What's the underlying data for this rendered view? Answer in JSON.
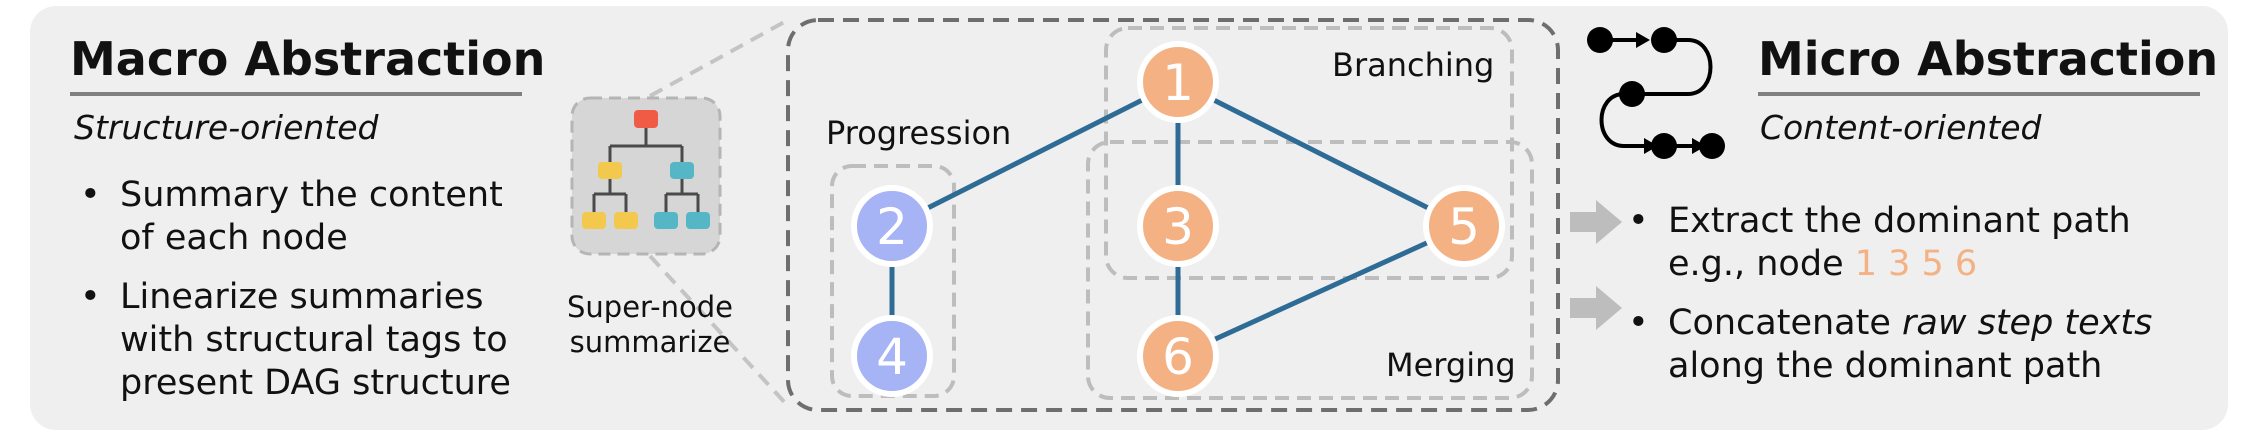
{
  "macro": {
    "title": "Macro Abstraction",
    "subtitle": "Structure-oriented",
    "bullets": [
      {
        "line1": "Summary the content",
        "line2": "of each node"
      },
      {
        "line1": "Linearize summaries",
        "line2": "with structural tags to",
        "line3": "present DAG structure"
      }
    ],
    "bullet_glyph": "•"
  },
  "supernode": {
    "caption_line1": "Super-node",
    "caption_line2": "summarize"
  },
  "dag": {
    "labels": {
      "progression": "Progression",
      "branching": "Branching",
      "merging": "Merging"
    },
    "nodes": [
      {
        "id": "1",
        "group": "orange"
      },
      {
        "id": "2",
        "group": "blue"
      },
      {
        "id": "3",
        "group": "orange"
      },
      {
        "id": "4",
        "group": "blue"
      },
      {
        "id": "5",
        "group": "orange"
      },
      {
        "id": "6",
        "group": "orange"
      }
    ],
    "edges": [
      [
        "1",
        "2"
      ],
      [
        "1",
        "3"
      ],
      [
        "1",
        "5"
      ],
      [
        "2",
        "4"
      ],
      [
        "3",
        "6"
      ],
      [
        "5",
        "6"
      ]
    ],
    "colors": {
      "blue": "#a6b3f5",
      "orange": "#f3b184",
      "edge": "#2e6c96",
      "box": "#bdbdbd"
    }
  },
  "micro": {
    "title": "Micro Abstraction",
    "subtitle": "Content-oriented",
    "bullets": [
      {
        "line1": "Extract the dominant path",
        "line2_prefix": "e.g., node ",
        "line2_path": "1 3 5 6"
      },
      {
        "line1_prefix": "Concatenate ",
        "line1_em": "raw step texts",
        "line2": "along the dominant path"
      }
    ],
    "bullet_glyph": "•"
  }
}
